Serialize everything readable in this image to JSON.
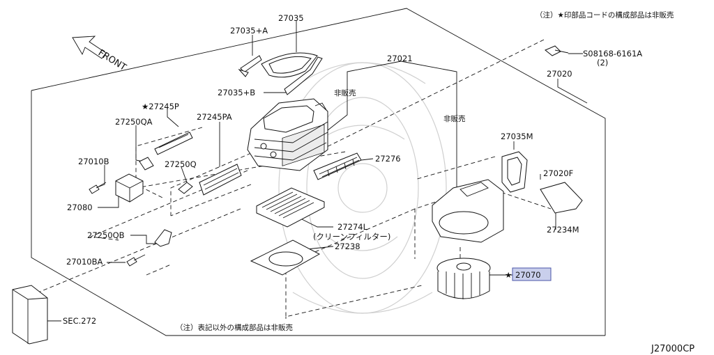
{
  "diagram_code": "J27000CP",
  "notes": {
    "top_right": "（注）★印部品コードの構成部品は非販売",
    "bottom": "（注）表記以外の構成部品は非販売"
  },
  "direction_label": "FRONT",
  "non_sale_label": "非販売",
  "colors": {
    "highlight_fill": "#c9cfec",
    "highlight_stroke": "#4a55a8",
    "line": "#111111"
  },
  "parts": [
    {
      "id": "p27035",
      "label": "27035"
    },
    {
      "id": "p27035a",
      "label": "27035+A"
    },
    {
      "id": "p27035b",
      "label": "27035+B"
    },
    {
      "id": "p27021",
      "label": "27021"
    },
    {
      "id": "p27020",
      "label": "27020"
    },
    {
      "id": "p08168",
      "label": "S08168-6161A"
    },
    {
      "id": "p08168qty",
      "label": "(2)"
    },
    {
      "id": "p27245p",
      "label": "★27245P"
    },
    {
      "id": "p27245pa",
      "label": "27245PA"
    },
    {
      "id": "p27250qa",
      "label": "27250QA"
    },
    {
      "id": "p27250q",
      "label": "27250Q"
    },
    {
      "id": "p27010b",
      "label": "27010B"
    },
    {
      "id": "p27080",
      "label": "27080"
    },
    {
      "id": "p27276",
      "label": "27276"
    },
    {
      "id": "p27274l",
      "label": "27274L"
    },
    {
      "id": "p27274lsub",
      "label": "(クリーンフィルター)"
    },
    {
      "id": "p27238",
      "label": "27238"
    },
    {
      "id": "p27250qb",
      "label": "27250QB"
    },
    {
      "id": "p27010ba",
      "label": "27010BA"
    },
    {
      "id": "p27035m",
      "label": "27035M"
    },
    {
      "id": "p27020f",
      "label": "27020F"
    },
    {
      "id": "p27234m",
      "label": "27234M"
    },
    {
      "id": "psec272",
      "label": "SEC.272"
    }
  ],
  "highlighted_part": {
    "label": "27070",
    "star": "★"
  }
}
